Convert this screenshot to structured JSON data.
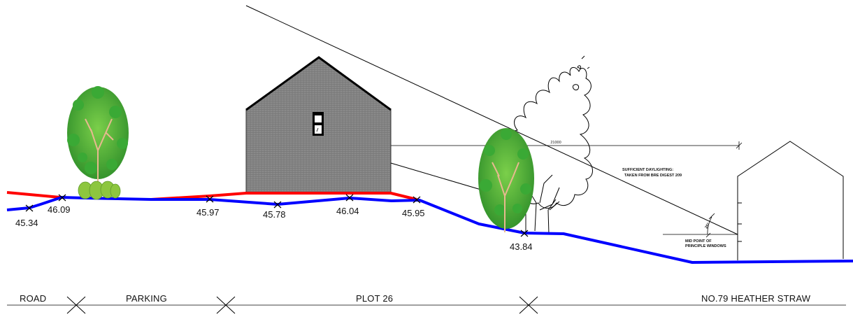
{
  "colors": {
    "existing_ground": "#0000ff",
    "proposed_ground": "#ff0000",
    "building_fill": "#8a8a8a",
    "line": "#000000",
    "foliage": "#3aa935",
    "foliage_light": "#7bcf4a",
    "trunk": "#e7b98f",
    "shrub": "#8dc63f"
  },
  "levels": {
    "l1": "45.34",
    "l2": "46.09",
    "l3": "45.97",
    "l4": "45.78",
    "l5": "46.04",
    "l6": "45.95",
    "l7": "43.84"
  },
  "zones": {
    "road": "ROAD",
    "parking": "PARKING",
    "plot": "PLOT 26",
    "neighbour": "NO.79 HEATHER STRAW"
  },
  "annotations": {
    "dimension": "21000",
    "daylight_line1": "SUFFICIENT DAYLIGHTING:",
    "daylight_line2": "TAKEN FROM BRE DIGEST 209",
    "angle": "25°",
    "midpoint_line1": "MID POINT OF",
    "midpoint_line2": "PRINCIPLE WINDOWS"
  },
  "icons": {
    "level_marker": "cross-marker-icon",
    "boundary_marker": "boundary-x-icon",
    "tree": "tree-icon",
    "outline_tree": "outline-tree-icon"
  }
}
